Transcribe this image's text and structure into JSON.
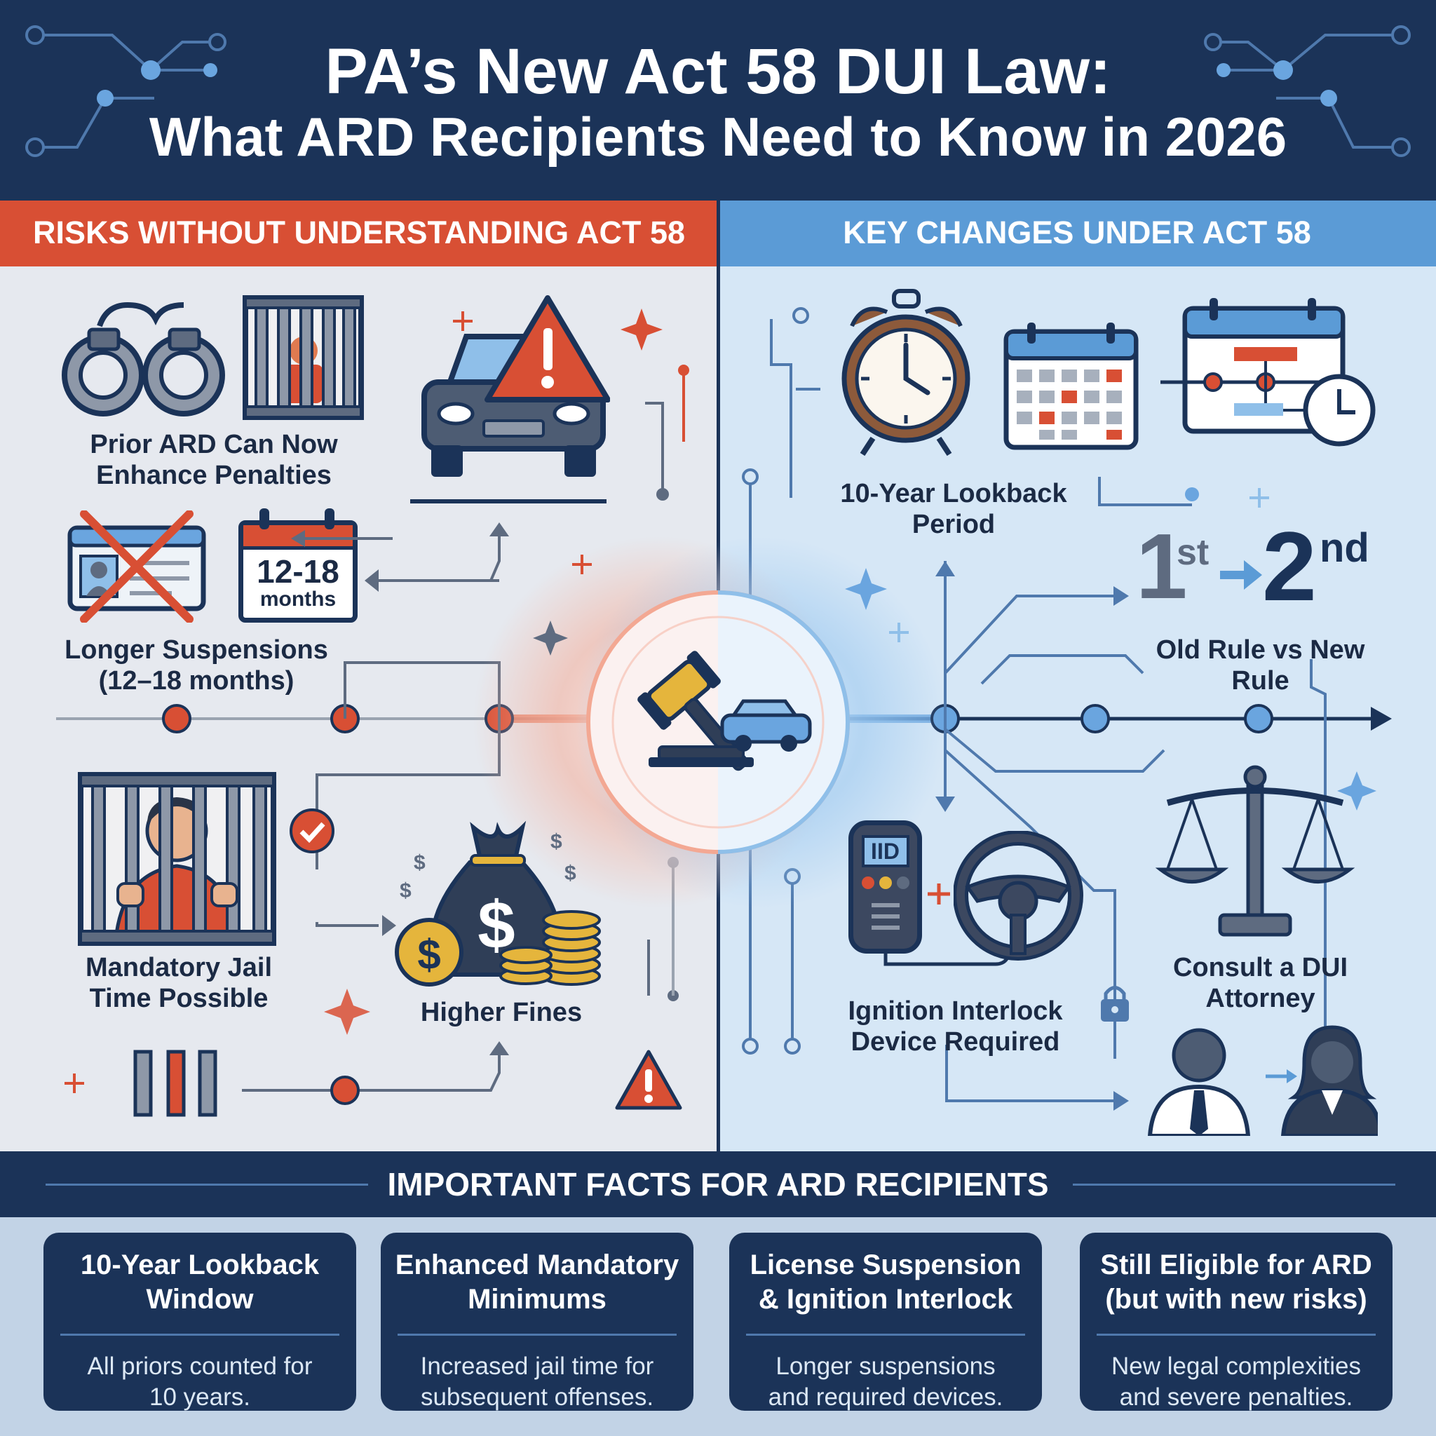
{
  "header": {
    "title_line1": "PA’s New Act 58 DUI Law:",
    "title_line2": "What ARD Recipients Need to Know in 2026"
  },
  "left_panel": {
    "heading": "RISKS WITHOUT UNDERSTANDING ACT 58",
    "items": [
      {
        "label_line1": "Prior ARD Can Now",
        "label_line2": "Enhance Penalties"
      },
      {
        "label_line1": "Longer Suspensions",
        "label_line2": "(12–18 months)"
      },
      {
        "label_line1": "Mandatory Jail",
        "label_line2": "Time Possible"
      },
      {
        "label_line1": "Higher Fines"
      }
    ],
    "calendar_icon": {
      "number": "12-18",
      "unit": "months"
    }
  },
  "right_panel": {
    "heading": "KEY CHANGES UNDER ACT 58",
    "items": [
      {
        "label_line1": "10-Year Lookback",
        "label_line2": "Period"
      },
      {
        "label_line1": "Old Rule vs New",
        "label_line2": "Rule"
      },
      {
        "label_line1": "Ignition Interlock",
        "label_line2": "Device Required"
      },
      {
        "label_line1": "Consult a DUI",
        "label_line2": "Attorney"
      }
    ],
    "ordinal": {
      "first_num": "1",
      "first_sup": "st",
      "second_num": "2",
      "second_sup": "nd"
    },
    "iid_screen": "IID"
  },
  "facts": {
    "heading": "IMPORTANT FACTS FOR ARD RECIPIENTS",
    "cards": [
      {
        "title_line1": "10-Year Lookback",
        "title_line2": "Window",
        "body_line1": "All priors counted for",
        "body_line2": "10 years."
      },
      {
        "title_line1": "Enhanced Mandatory",
        "title_line2": "Minimums",
        "body_line1": "Increased jail time for",
        "body_line2": "subsequent offenses."
      },
      {
        "title_line1": "License Suspension",
        "title_line2": "& Ignition Interlock",
        "body_line1": "Longer suspensions",
        "body_line2": "and required devices."
      },
      {
        "title_line1": "Still Eligible for ARD",
        "title_line2": "(but with new risks)",
        "body_line1": "New legal complexities",
        "body_line2": "and severe penalties."
      }
    ]
  },
  "colors": {
    "navy": "#1b3358",
    "red": "#d84f34",
    "blue": "#5b9bd6",
    "gold": "#e5b53c"
  },
  "icons": [
    "handcuffs-icon",
    "jail-icon",
    "warning-icon",
    "car-icon",
    "license-icon",
    "calendar-icon",
    "prisoner-icon",
    "money-bag-icon",
    "gavel-icon",
    "alarm-clock-icon",
    "schedule-icon",
    "iid-device-icon",
    "steering-wheel-icon",
    "scales-icon",
    "attorney-icon"
  ]
}
